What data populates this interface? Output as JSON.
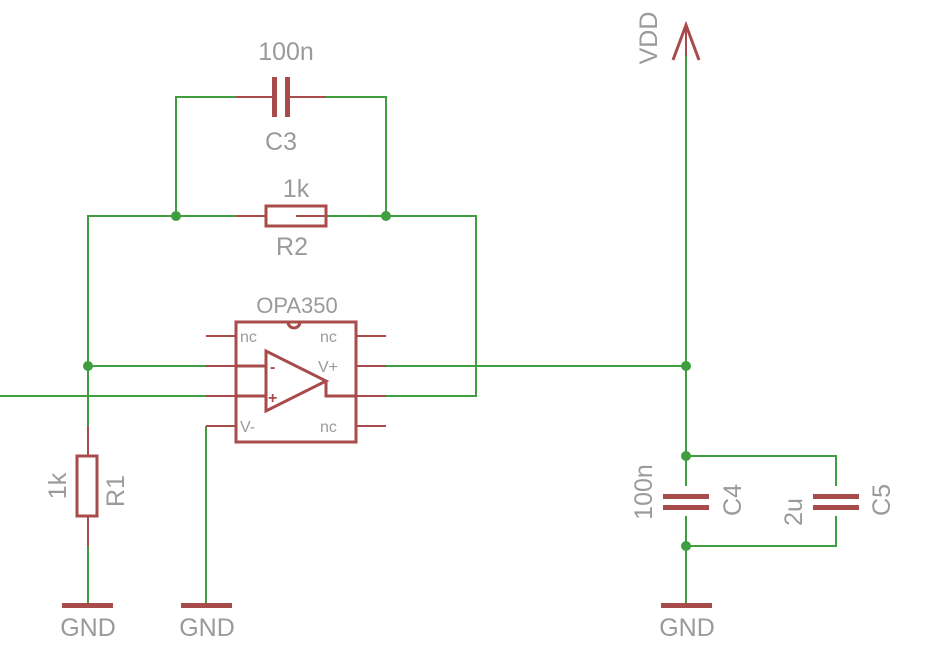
{
  "components": {
    "c3": {
      "name": "C3",
      "value": "100n"
    },
    "r2": {
      "name": "R2",
      "value": "1k"
    },
    "r1": {
      "name": "R1",
      "value": "1k"
    },
    "c4": {
      "name": "C4",
      "value": "100n"
    },
    "c5": {
      "name": "C5",
      "value": "2u"
    },
    "u1": {
      "name": "OPA350",
      "pins": {
        "nc_tl": "nc",
        "nc_tr": "nc",
        "nc_br": "nc",
        "vplus": "V+",
        "vminus": "V-",
        "inv": "-",
        "noninv": "+"
      }
    }
  },
  "supplies": {
    "vdd": "VDD",
    "gnd_r1": "GND",
    "gnd_op": "GND",
    "gnd_caps": "GND"
  },
  "colors": {
    "wire": "#3f9e3f",
    "part": "#a84b4b",
    "label": "#9a9a9a"
  }
}
